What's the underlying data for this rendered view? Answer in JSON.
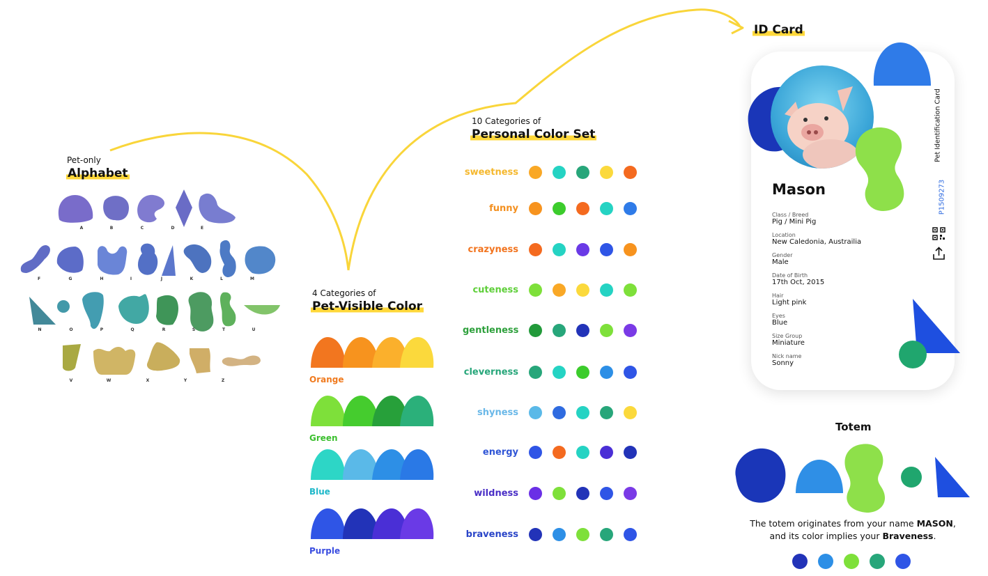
{
  "alphabet": {
    "kicker": "Pet-only",
    "title": "Alphabet",
    "letters": [
      "A",
      "B",
      "C",
      "D",
      "E",
      "F",
      "G",
      "H",
      "I",
      "J",
      "K",
      "L",
      "M",
      "N",
      "O",
      "P",
      "Q",
      "R",
      "S",
      "T",
      "U",
      "V",
      "W",
      "X",
      "Y",
      "Z"
    ]
  },
  "pet_visible": {
    "kicker": "4 Categories of",
    "title": "Pet-Visible Color",
    "groups": [
      {
        "label": "Orange",
        "label_color": "#f07a1e",
        "colors": [
          "#f2761f",
          "#f7931e",
          "#fbb02c",
          "#fbd93c"
        ]
      },
      {
        "label": "Green",
        "label_color": "#3bbf2e",
        "colors": [
          "#7ee03a",
          "#45cc2e",
          "#27a03a",
          "#2bb07a"
        ]
      },
      {
        "label": "Blue",
        "label_color": "#1fb8c9",
        "colors": [
          "#2dd6c6",
          "#5ab9e8",
          "#2d8fe6",
          "#2a79e6"
        ]
      },
      {
        "label": "Purple",
        "label_color": "#3a4de0",
        "colors": [
          "#2f55e6",
          "#2233b8",
          "#4a2fd6",
          "#6a3ae6"
        ]
      }
    ]
  },
  "personal": {
    "kicker": "10 Categories of",
    "title": "Personal Color Set",
    "categories": [
      {
        "name": "sweetness",
        "color": "#f5b82e",
        "dots": [
          "#f9a826",
          "#25d3c3",
          "#27a67a",
          "#fbd93c",
          "#f46a1f"
        ]
      },
      {
        "name": "funny",
        "color": "#f39020",
        "dots": [
          "#f7931e",
          "#3ccc2c",
          "#f46a1f",
          "#25d3c3",
          "#2f7be8"
        ]
      },
      {
        "name": "crazyness",
        "color": "#f2741f",
        "dots": [
          "#f46a1f",
          "#25d3c3",
          "#6a3ae6",
          "#2f55e6",
          "#f7931e"
        ]
      },
      {
        "name": "cuteness",
        "color": "#5fcf3a",
        "dots": [
          "#7ee03a",
          "#f9a826",
          "#fbd93c",
          "#25d3c3",
          "#7ee03a"
        ]
      },
      {
        "name": "gentleness",
        "color": "#2ea03c",
        "dots": [
          "#229a3a",
          "#27a67a",
          "#2233b8",
          "#7ee03a",
          "#7a3ae6"
        ]
      },
      {
        "name": "cleverness",
        "color": "#27a67a",
        "dots": [
          "#27a67a",
          "#25d3c3",
          "#3ccc2c",
          "#2d8fe6",
          "#2f55e6"
        ]
      },
      {
        "name": "shyness",
        "color": "#6ab8e8",
        "dots": [
          "#5ab9e8",
          "#2f6be0",
          "#25d3c3",
          "#27a67a",
          "#fbd93c"
        ]
      },
      {
        "name": "energy",
        "color": "#2f55d6",
        "dots": [
          "#2f55e6",
          "#f46a1f",
          "#25d3c3",
          "#4a2fd6",
          "#2233b8"
        ]
      },
      {
        "name": "wildness",
        "color": "#4a2fc6",
        "dots": [
          "#6a2fe6",
          "#7ee03a",
          "#2233b8",
          "#2f55e6",
          "#7a3ae6"
        ]
      },
      {
        "name": "braveness",
        "color": "#2a45c8",
        "dots": [
          "#2233b8",
          "#2d8fe6",
          "#7ee03a",
          "#27a67a",
          "#2f55e6"
        ]
      }
    ]
  },
  "id_card": {
    "heading": "ID Card",
    "name": "Mason",
    "vertical_title": "Pet Identification Card",
    "id_number": "P1509273",
    "fields": [
      {
        "label": "Class / Breed",
        "value": "Pig / Mini Pig"
      },
      {
        "label": "Location",
        "value": "New Caledonia, Austrailia"
      },
      {
        "label": "Gender",
        "value": "Male"
      },
      {
        "label": "Date of Birth",
        "value": "17th Oct, 2015"
      },
      {
        "label": "Hair",
        "value": "Light pink"
      },
      {
        "label": "Eyes",
        "value": "Blue"
      },
      {
        "label": "Size Group",
        "value": "Miniature"
      },
      {
        "label": "Nick name",
        "value": "Sonny"
      }
    ],
    "icons": [
      "qr-code-icon",
      "share-icon"
    ]
  },
  "totem": {
    "title": "Totem",
    "line1_pre": "The totem originates from your name ",
    "line1_bold": "MASON",
    "line1_post": ",",
    "line2_pre": "and its color implies your ",
    "line2_bold": "Braveness",
    "line2_post": ".",
    "dots": [
      "#2233b8",
      "#2d8fe6",
      "#7ee03a",
      "#27a67a",
      "#2f55e6"
    ]
  },
  "colors": {
    "accent_yellow": "#ffd83a",
    "arrow": "#f9d53a"
  }
}
